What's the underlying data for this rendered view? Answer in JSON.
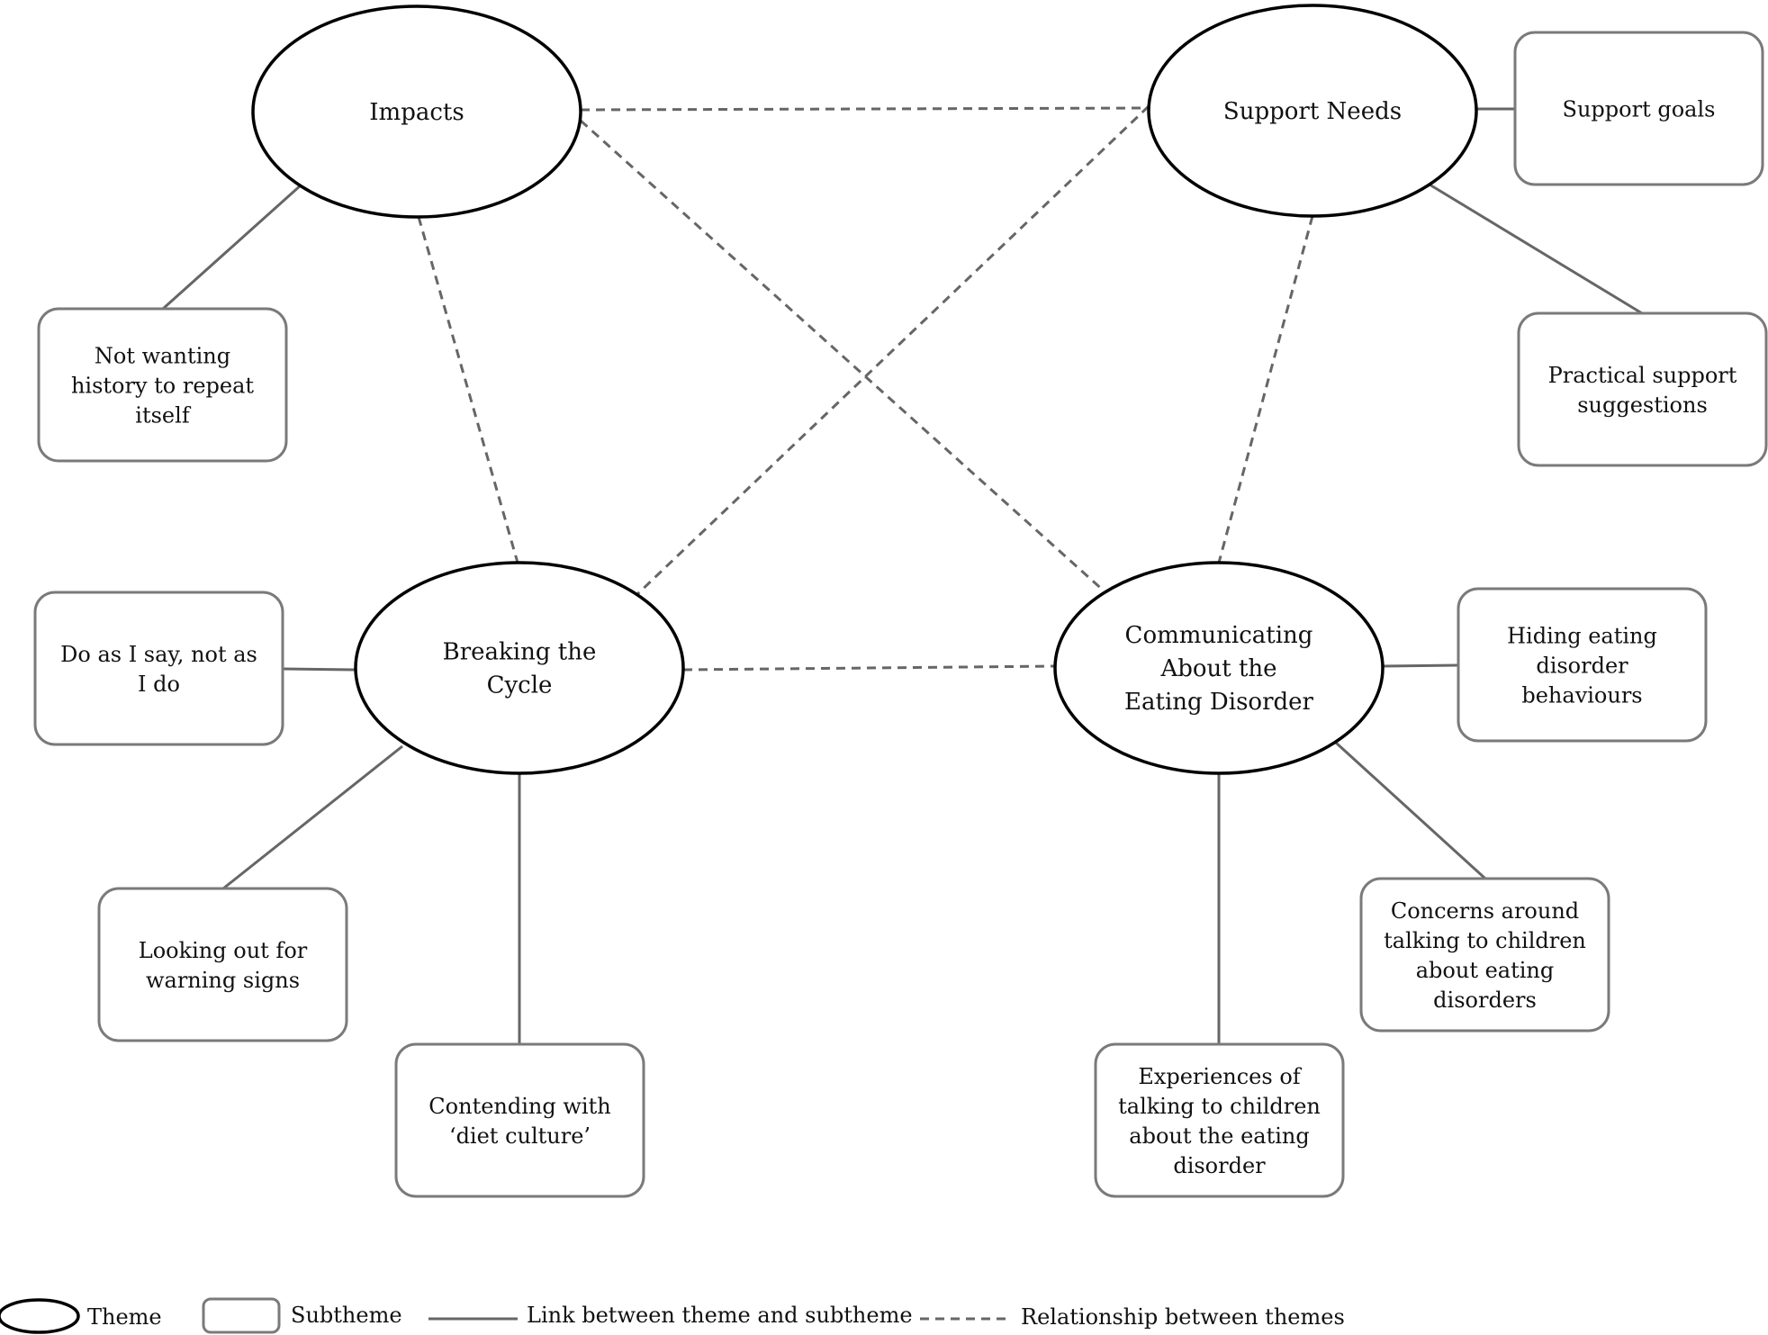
{
  "themes": [
    {
      "id": "impacts",
      "lines": [
        "Impacts"
      ]
    },
    {
      "id": "support-needs",
      "lines": [
        "Support Needs"
      ]
    },
    {
      "id": "breaking-the-cycle",
      "lines": [
        "Breaking the",
        "Cycle"
      ]
    },
    {
      "id": "communicating",
      "lines": [
        "Communicating",
        "About the",
        "Eating Disorder"
      ]
    }
  ],
  "subthemes": [
    {
      "id": "not-wanting-history",
      "theme": "impacts",
      "lines": [
        "Not wanting",
        "history to repeat",
        "itself"
      ]
    },
    {
      "id": "support-goals",
      "theme": "support-needs",
      "lines": [
        "Support goals"
      ]
    },
    {
      "id": "practical-support",
      "theme": "support-needs",
      "lines": [
        "Practical support",
        "suggestions"
      ]
    },
    {
      "id": "do-as-i-say",
      "theme": "breaking-the-cycle",
      "lines": [
        "Do as I say, not as",
        "I do"
      ]
    },
    {
      "id": "looking-out",
      "theme": "breaking-the-cycle",
      "lines": [
        "Looking out for",
        "warning signs"
      ]
    },
    {
      "id": "diet-culture",
      "theme": "breaking-the-cycle",
      "lines": [
        "Contending with",
        "‘diet culture’"
      ]
    },
    {
      "id": "hiding-behaviours",
      "theme": "communicating",
      "lines": [
        "Hiding eating",
        "disorder",
        "behaviours"
      ]
    },
    {
      "id": "concerns-talking",
      "theme": "communicating",
      "lines": [
        "Concerns around",
        "talking to children",
        "about eating",
        "disorders"
      ]
    },
    {
      "id": "experiences-talking",
      "theme": "communicating",
      "lines": [
        "Experiences of",
        "talking to children",
        "about the eating",
        "disorder"
      ]
    }
  ],
  "relationships": [
    [
      "impacts",
      "support-needs"
    ],
    [
      "impacts",
      "breaking-the-cycle"
    ],
    [
      "impacts",
      "communicating"
    ],
    [
      "support-needs",
      "breaking-the-cycle"
    ],
    [
      "support-needs",
      "communicating"
    ],
    [
      "breaking-the-cycle",
      "communicating"
    ]
  ],
  "legend": {
    "theme": "Theme",
    "subtheme": "Subtheme",
    "link": "Link between theme and subtheme",
    "relationship": "Relationship between themes"
  }
}
